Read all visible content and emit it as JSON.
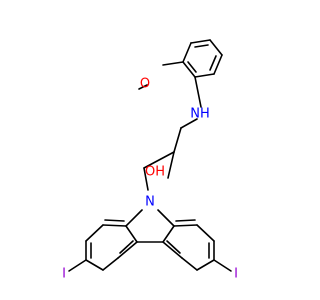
{
  "molecule": {
    "atoms": {
      "o_methoxy": {
        "label": "O",
        "color": "#ff0000"
      },
      "nh": {
        "label": "NH",
        "color": "#0000ff"
      },
      "oh": {
        "label": "OH",
        "color": "#ff0000"
      },
      "n_carbazole": {
        "label": "N",
        "color": "#0000ff"
      },
      "i_left": {
        "label": "I",
        "color": "#9400d3"
      },
      "i_right": {
        "label": "I",
        "color": "#9400d3"
      }
    }
  }
}
